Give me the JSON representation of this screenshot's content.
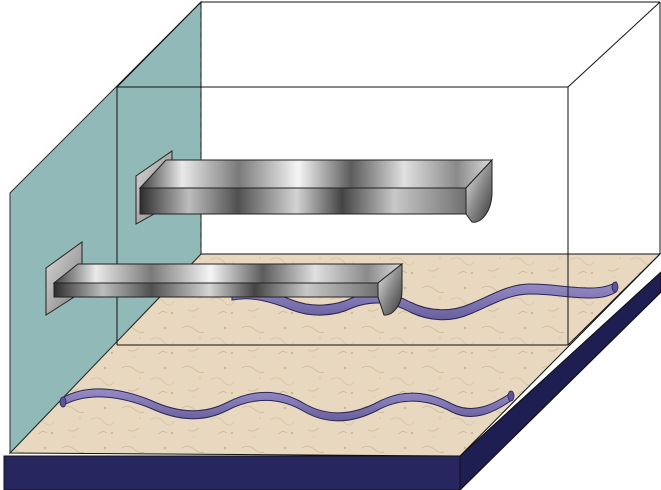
{
  "figure": {
    "kind": "3d-box-with-cantilevers",
    "colors": {
      "background": "#ffffff",
      "base_front": "#27265f",
      "base_side": "#1c1b4a",
      "base_top_edge": "#33326e",
      "wall_panel": "#8ab5b3",
      "wall_panel_stroke": "#2b2b2b",
      "floor_fill": "#e6d6bc",
      "floor_speckle": "#d6c3a2",
      "outline": "#111111",
      "wave_fill": "#7b72b8",
      "wave_stroke": "#2b2650",
      "metal_light": "#f2f2f2",
      "metal_mid": "#9a9a9a",
      "metal_dark": "#3e3e3e"
    },
    "elements": [
      "wall-panel",
      "floor-substrate",
      "base-slab",
      "upper-cantilever",
      "lower-cantilever",
      "upper-wave-channel",
      "lower-wave-channel",
      "box-wireframe"
    ]
  }
}
